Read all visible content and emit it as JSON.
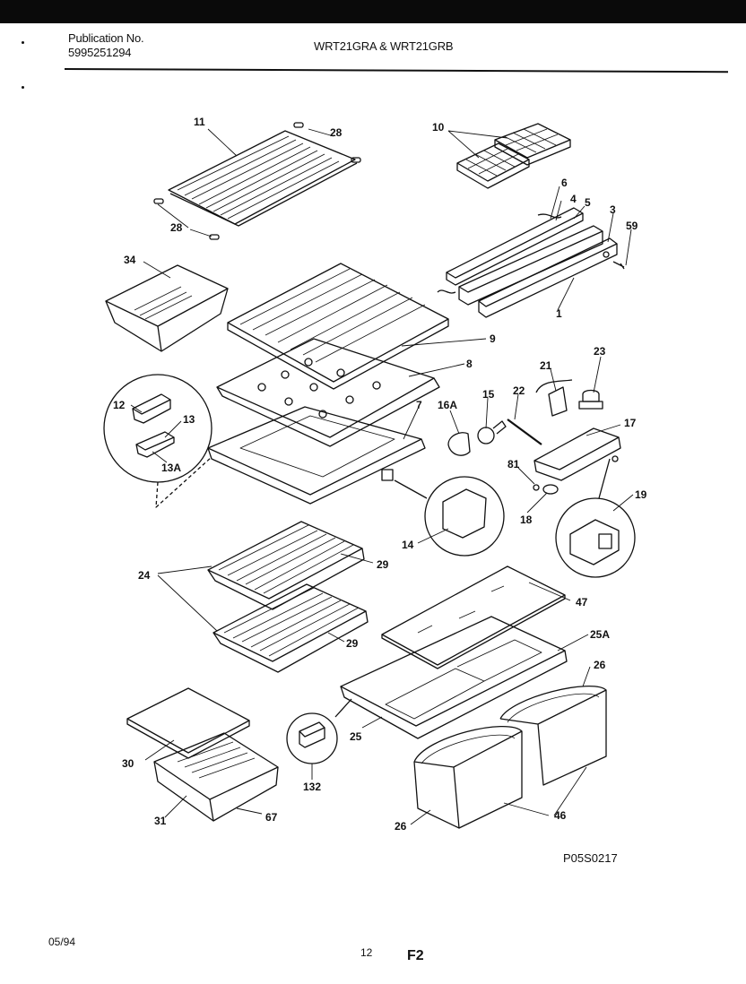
{
  "header": {
    "publication_label": "Publication No.",
    "publication_number": "5995251294",
    "models": "WRT21GRA & WRT21GRB"
  },
  "parts": [
    {
      "id": "p11",
      "label": "11"
    },
    {
      "id": "p28a",
      "label": "28"
    },
    {
      "id": "p28b",
      "label": "28"
    },
    {
      "id": "p10",
      "label": "10"
    },
    {
      "id": "p6",
      "label": "6"
    },
    {
      "id": "p4",
      "label": "4"
    },
    {
      "id": "p5",
      "label": "5"
    },
    {
      "id": "p3",
      "label": "3"
    },
    {
      "id": "p59",
      "label": "59"
    },
    {
      "id": "p1",
      "label": "1"
    },
    {
      "id": "p34",
      "label": "34"
    },
    {
      "id": "p9",
      "label": "9"
    },
    {
      "id": "p8",
      "label": "8"
    },
    {
      "id": "p7",
      "label": "7"
    },
    {
      "id": "p12",
      "label": "12"
    },
    {
      "id": "p13",
      "label": "13"
    },
    {
      "id": "p13a",
      "label": "13A"
    },
    {
      "id": "p23",
      "label": "23"
    },
    {
      "id": "p21",
      "label": "21"
    },
    {
      "id": "p22",
      "label": "22"
    },
    {
      "id": "p15",
      "label": "15"
    },
    {
      "id": "p16a",
      "label": "16A"
    },
    {
      "id": "p17",
      "label": "17"
    },
    {
      "id": "p81",
      "label": "81"
    },
    {
      "id": "p18",
      "label": "18"
    },
    {
      "id": "p19",
      "label": "19"
    },
    {
      "id": "p14",
      "label": "14"
    },
    {
      "id": "p24",
      "label": "24"
    },
    {
      "id": "p29a",
      "label": "29"
    },
    {
      "id": "p29b",
      "label": "29"
    },
    {
      "id": "p47",
      "label": "47"
    },
    {
      "id": "p25a",
      "label": "25A"
    },
    {
      "id": "p25",
      "label": "25"
    },
    {
      "id": "p26a",
      "label": "26"
    },
    {
      "id": "p26b",
      "label": "26"
    },
    {
      "id": "p46",
      "label": "46"
    },
    {
      "id": "p132",
      "label": "132"
    },
    {
      "id": "p30",
      "label": "30"
    },
    {
      "id": "p31",
      "label": "31"
    },
    {
      "id": "p67",
      "label": "67"
    }
  ],
  "figure_code": "P05S0217",
  "footer": {
    "date": "05/94",
    "page_number": "12",
    "page_code": "F2"
  }
}
